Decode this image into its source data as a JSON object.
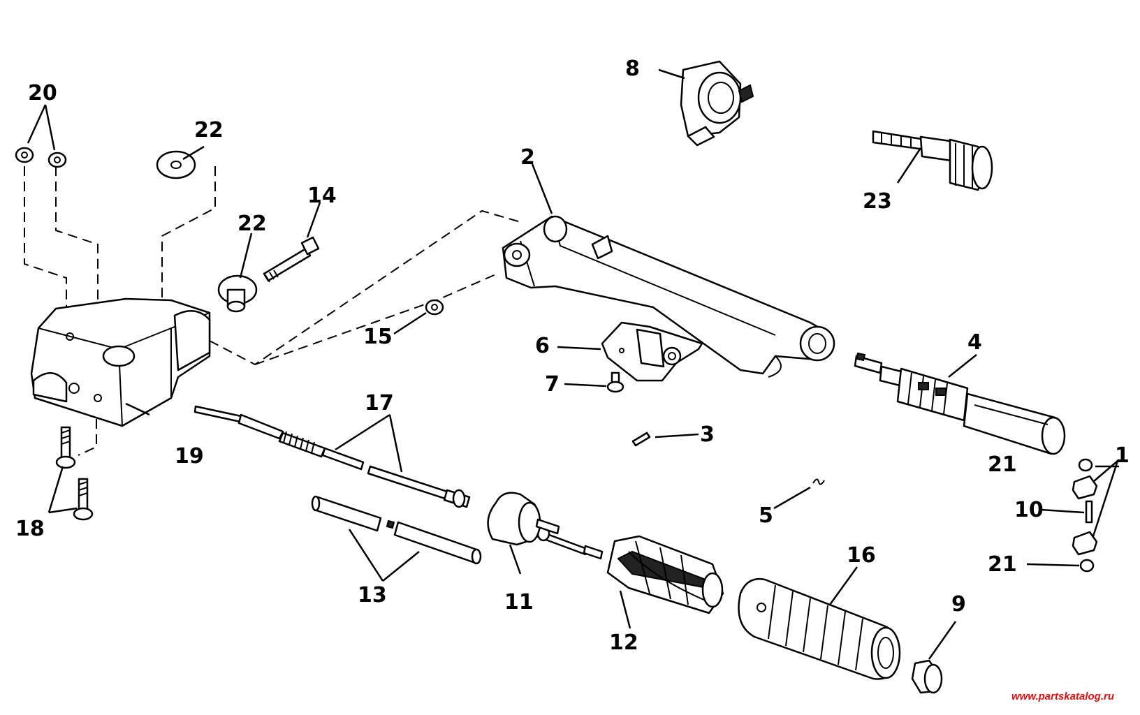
{
  "callouts": {
    "c1": "1",
    "c2": "2",
    "c3": "3",
    "c4": "4",
    "c5": "5",
    "c6": "6",
    "c7": "7",
    "c8": "8",
    "c9": "9",
    "c10": "10",
    "c11": "11",
    "c12": "12",
    "c13": "13",
    "c14": "14",
    "c15": "15",
    "c16": "16",
    "c17": "17",
    "c18": "18",
    "c19": "19",
    "c20": "20",
    "c21a": "21",
    "c21b": "21",
    "c22a": "22",
    "c22b": "22",
    "c23": "23"
  },
  "watermark": "www.partskatalog.ru"
}
